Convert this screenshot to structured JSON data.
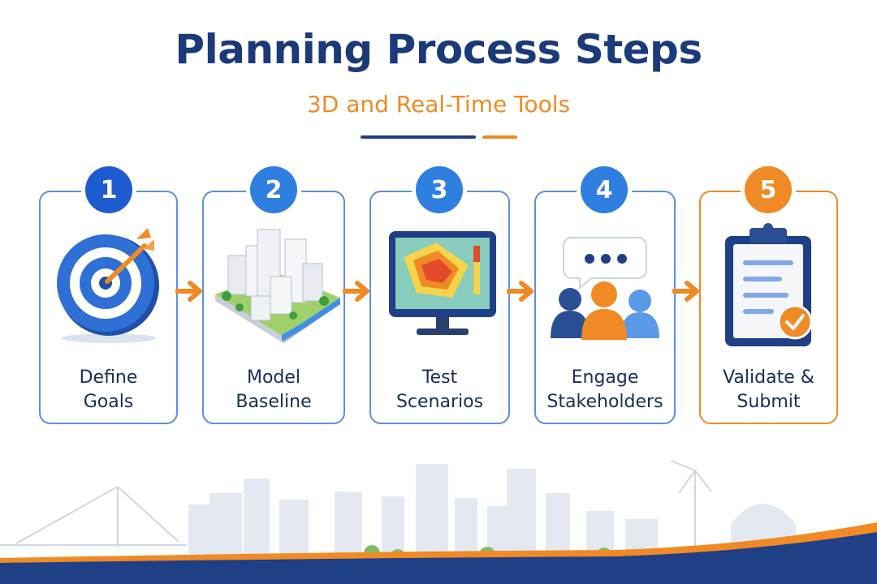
{
  "header": {
    "title": "Planning Process Steps",
    "subtitle": "3D and Real-Time Tools"
  },
  "steps": [
    {
      "number": "1",
      "line1": "Define",
      "line2": "Goals",
      "icon": "target-icon",
      "badge_color": "#1f5bd0"
    },
    {
      "number": "2",
      "line1": "Model",
      "line2": "Baseline",
      "icon": "city-model-icon",
      "badge_color": "#2f7fe0"
    },
    {
      "number": "3",
      "line1": "Test",
      "line2": "Scenarios",
      "icon": "monitor-heatmap-icon",
      "badge_color": "#2f7fe0"
    },
    {
      "number": "4",
      "line1": "Engage",
      "line2": "Stakeholders",
      "icon": "people-chat-icon",
      "badge_color": "#2f7fe0"
    },
    {
      "number": "5",
      "line1": "Validate &",
      "line2": "Submit",
      "icon": "clipboard-check-icon",
      "badge_color": "#f08a24"
    }
  ],
  "colors": {
    "primary": "#1b3a7a",
    "accent": "#f08a24",
    "card_border": "#5c8fe0"
  }
}
